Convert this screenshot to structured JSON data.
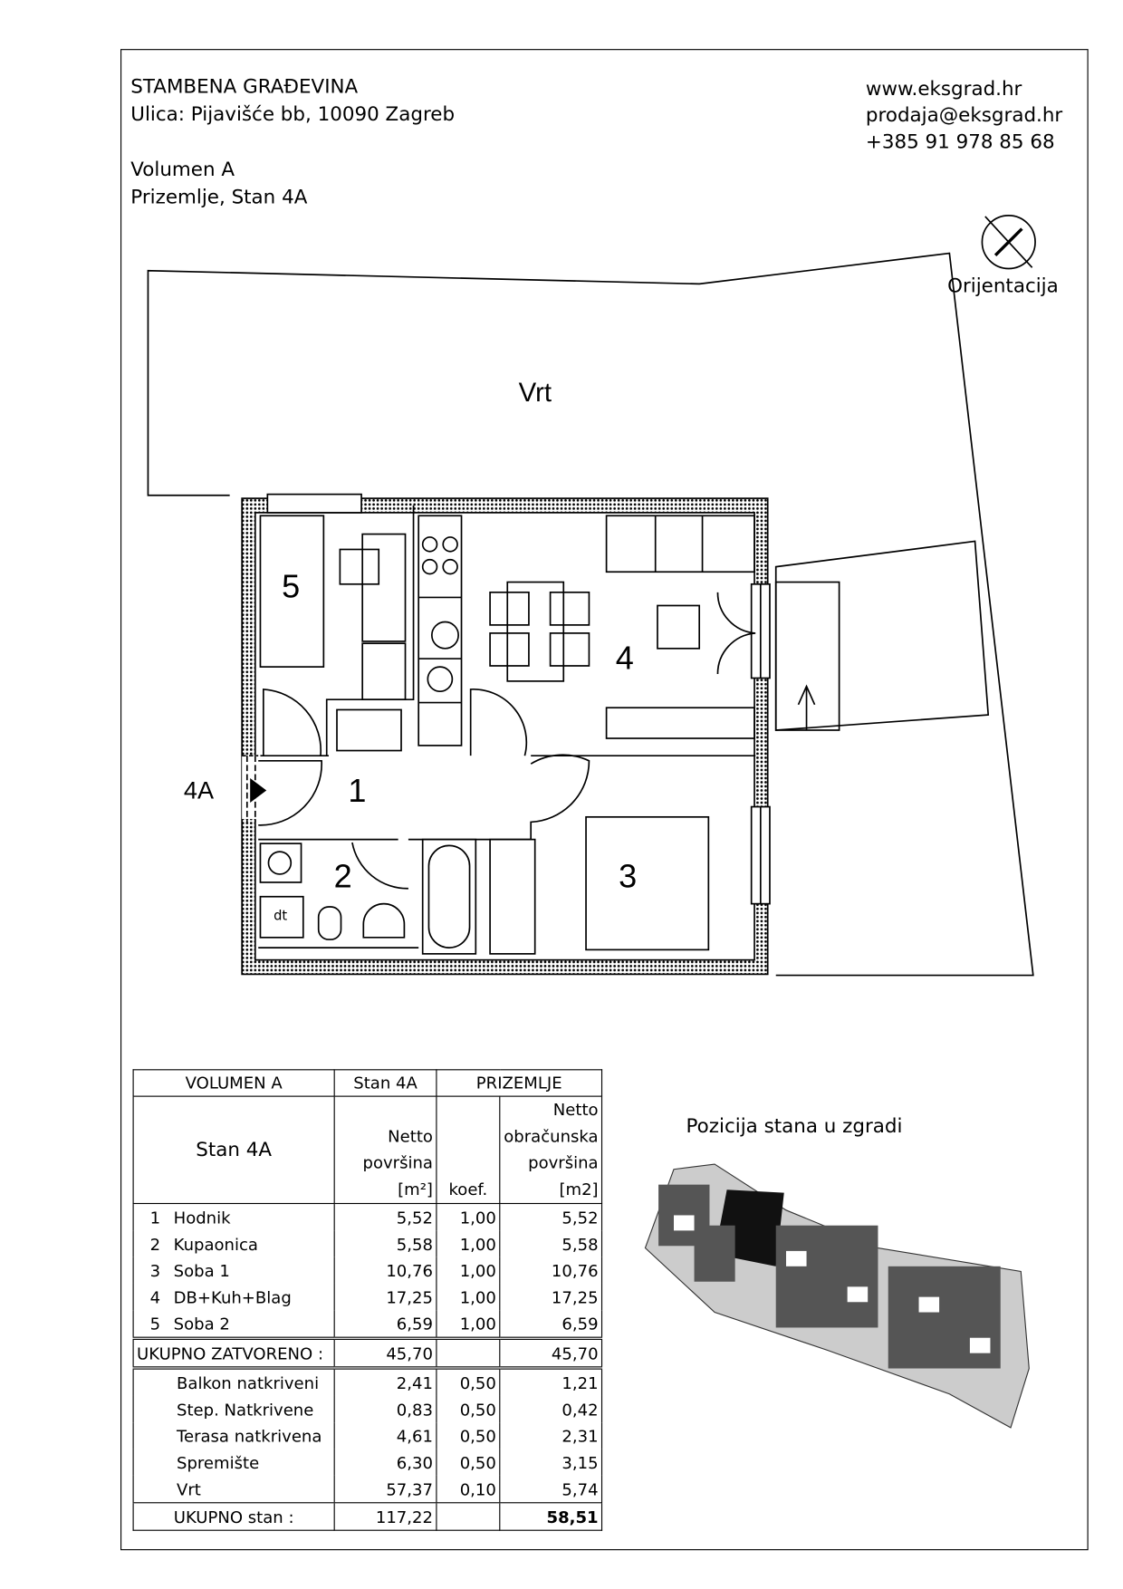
{
  "header": {
    "title": "STAMBENA GRAĐEVINA",
    "address": "Ulica: Pijavišće bb, 10090 Zagreb",
    "volume": "Volumen A",
    "unit": "Prizemlje, Stan 4A",
    "website": "www.eksgrad.hr",
    "email": "prodaja@eksgrad.hr",
    "phone": "+385 91 978 85 68"
  },
  "plan": {
    "orientation_label": "Orijentacija",
    "garden_label": "Vrt",
    "entrance_label": "4A",
    "rooms": [
      "1",
      "2",
      "3",
      "4",
      "5"
    ],
    "appliance_label": "dt"
  },
  "table": {
    "head": [
      "VOLUMEN  A",
      "Stan 4A",
      "PRIZEMLJE"
    ],
    "unit_title": "Stan 4A",
    "col_netto": "Netto površina",
    "col_netto_unit": "[m²]",
    "col_koef": "koef.",
    "col_obr": "Netto obračunska površina",
    "col_obr_unit": "[m2]",
    "rooms": [
      {
        "no": "1",
        "name": "Hodnik",
        "area": "5,52",
        "koef": "1,00",
        "calc": "5,52"
      },
      {
        "no": "2",
        "name": "Kupaonica",
        "area": "5,58",
        "koef": "1,00",
        "calc": "5,58"
      },
      {
        "no": "3",
        "name": "Soba 1",
        "area": "10,76",
        "koef": "1,00",
        "calc": "10,76"
      },
      {
        "no": "4",
        "name": "DB+Kuh+Blag",
        "area": "17,25",
        "koef": "1,00",
        "calc": "17,25"
      },
      {
        "no": "5",
        "name": "Soba 2",
        "area": "6,59",
        "koef": "1,00",
        "calc": "6,59"
      }
    ],
    "closed_total": {
      "label": "UKUPNO ZATVORENO :",
      "area": "45,70",
      "calc": "45,70"
    },
    "extras": [
      {
        "name": "Balkon natkriveni",
        "area": "2,41",
        "koef": "0,50",
        "calc": "1,21"
      },
      {
        "name": "Step. Natkrivene",
        "area": "0,83",
        "koef": "0,50",
        "calc": "0,42"
      },
      {
        "name": "Terasa natkrivena",
        "area": "4,61",
        "koef": "0,50",
        "calc": "2,31"
      },
      {
        "name": "Spremište",
        "area": "6,30",
        "koef": "0,50",
        "calc": "3,15"
      },
      {
        "name": "Vrt",
        "area": "57,37",
        "koef": "0,10",
        "calc": "5,74"
      }
    ],
    "grand_total": {
      "label": "UKUPNO stan :",
      "area": "117,22",
      "calc": "58,51"
    }
  },
  "position": {
    "title": "Pozicija stana u zgradi"
  }
}
